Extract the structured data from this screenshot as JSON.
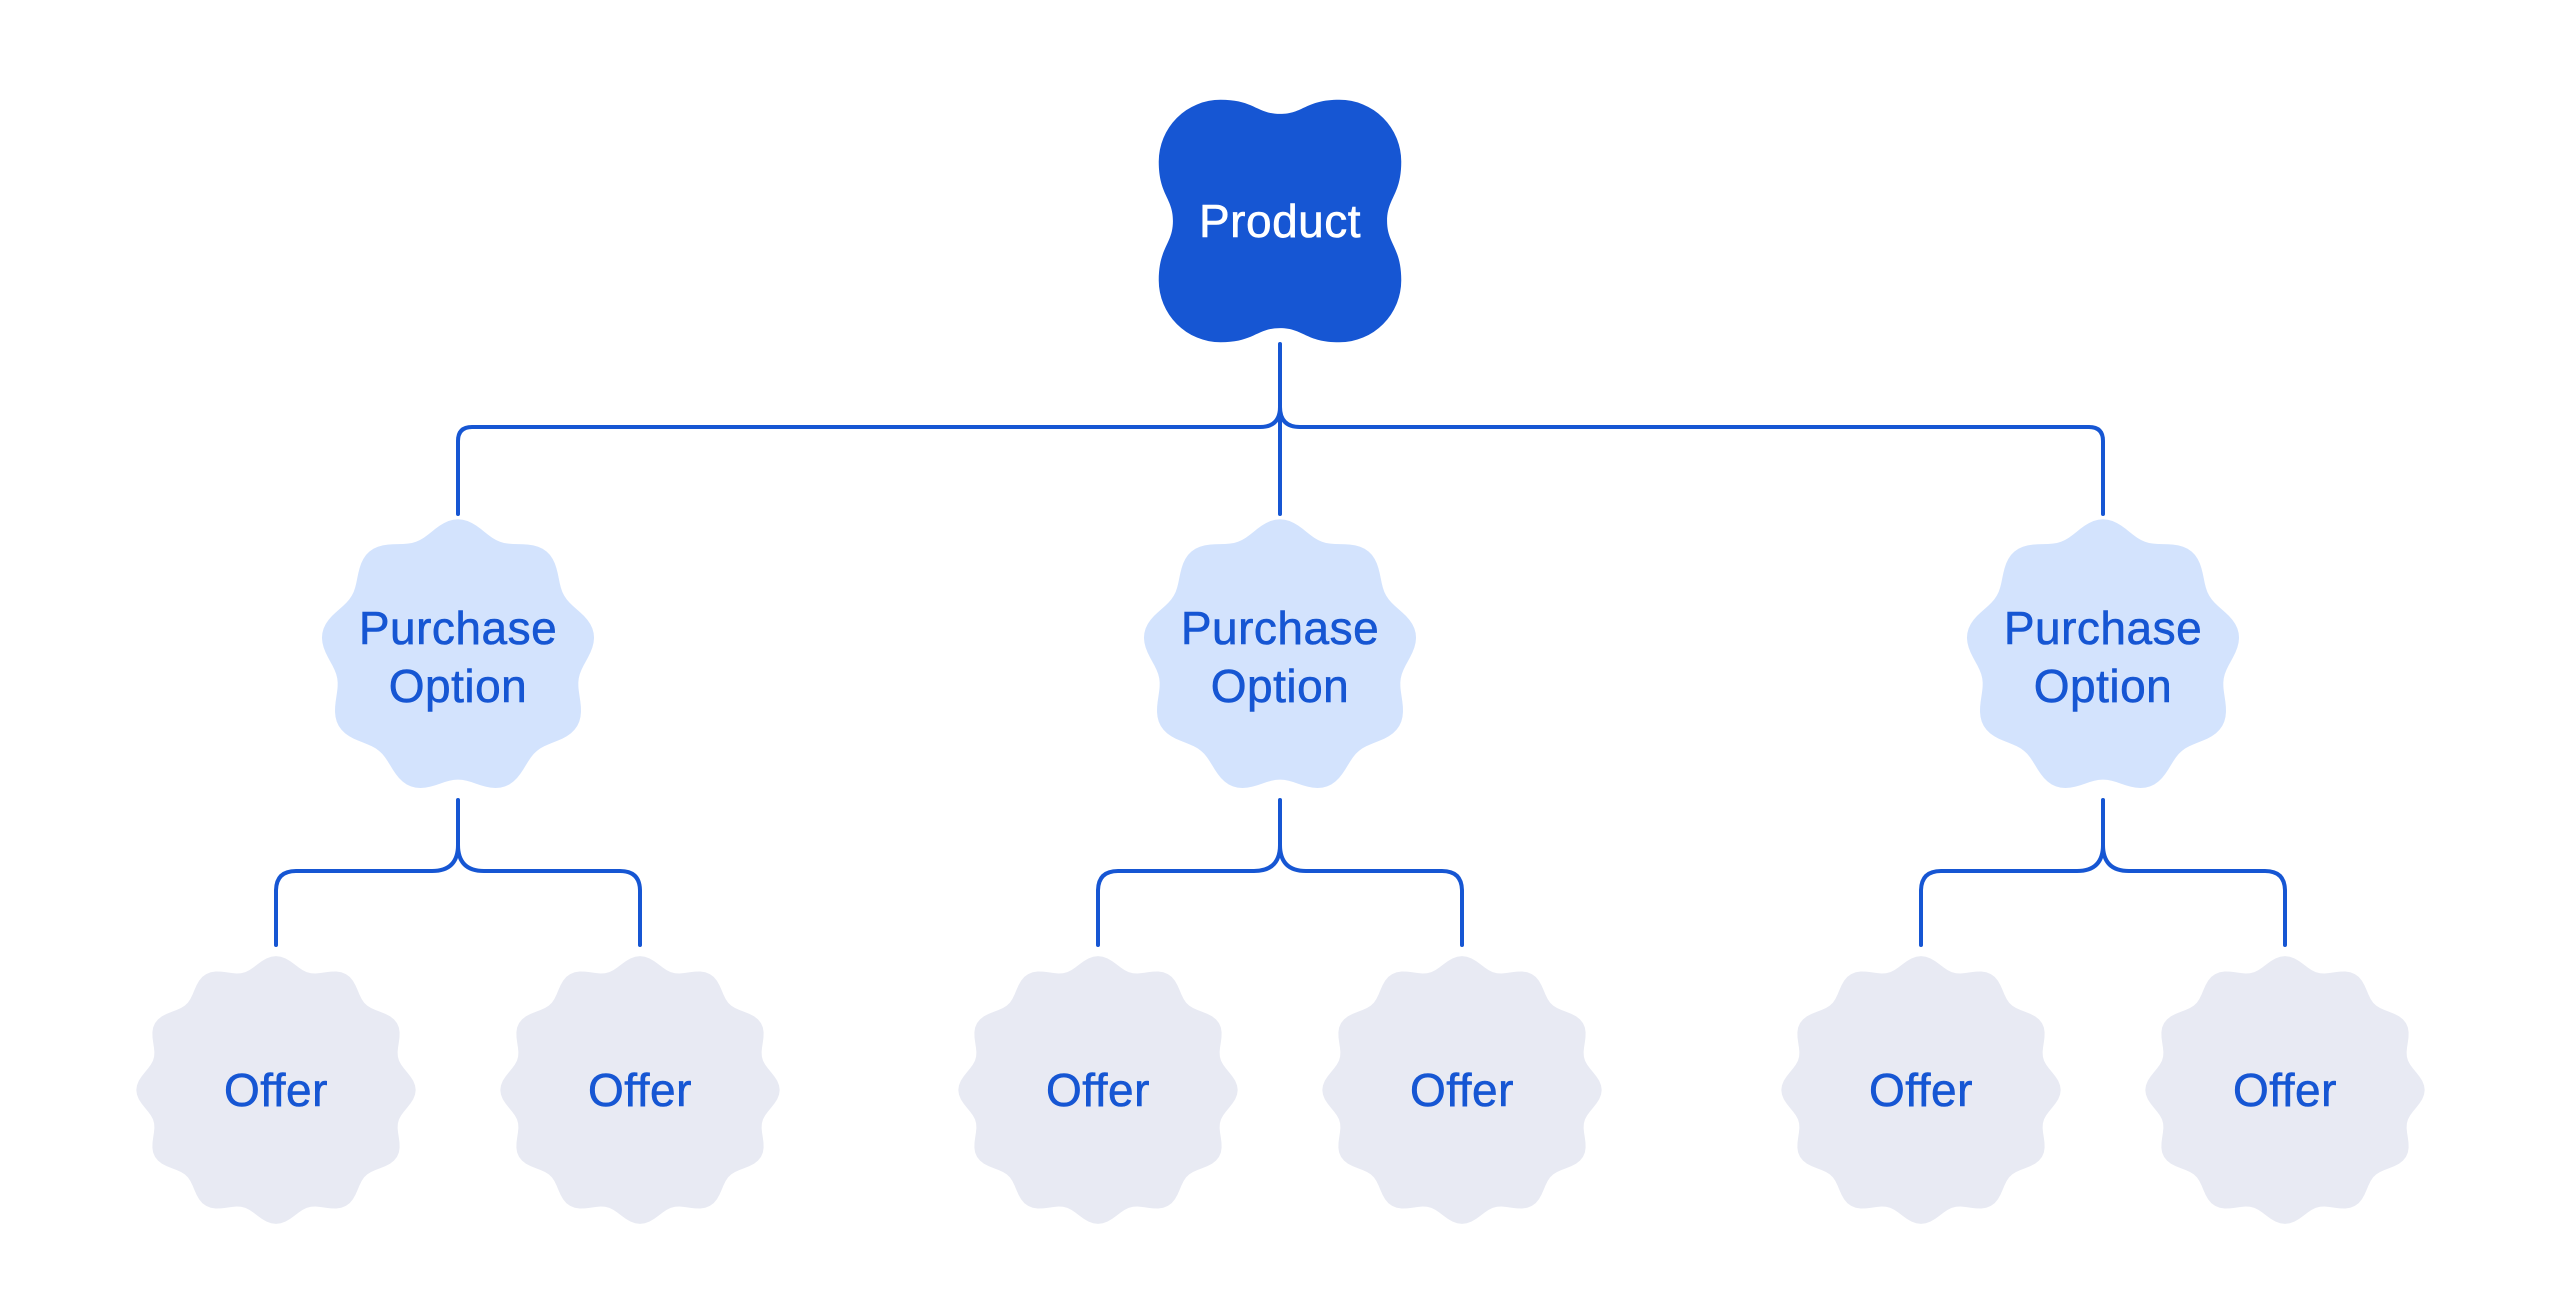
{
  "diagram": {
    "type": "tree",
    "root": {
      "label": "Product"
    },
    "purchase_options": [
      {
        "label": "Purchase Option",
        "offers": [
          {
            "label": "Offer"
          },
          {
            "label": "Offer"
          }
        ]
      },
      {
        "label": "Purchase Option",
        "offers": [
          {
            "label": "Offer"
          },
          {
            "label": "Offer"
          }
        ]
      },
      {
        "label": "Purchase Option",
        "offers": [
          {
            "label": "Offer"
          },
          {
            "label": "Offer"
          }
        ]
      }
    ],
    "colors": {
      "background": "#ffffff",
      "product_fill": "#1656d3",
      "product_text": "#ffffff",
      "purchase_option_fill": "#d3e3fd",
      "offer_fill": "#e8eaf3",
      "label_text": "#1656d3",
      "connector": "#1656d3"
    }
  }
}
